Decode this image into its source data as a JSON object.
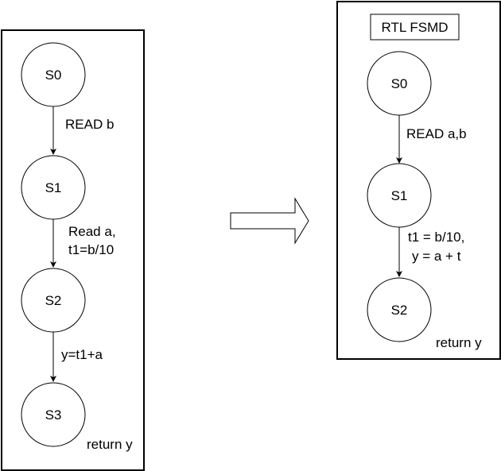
{
  "left_diagram": {
    "states": {
      "s0": "S0",
      "s1": "S1",
      "s2": "S2",
      "s3": "S3"
    },
    "transitions": {
      "t01": "READ b",
      "t12_line1": "Read a,",
      "t12_line2": "t1=b/10",
      "t23": "y=t1+a"
    },
    "final_note": "return y"
  },
  "right_diagram": {
    "title": "RTL FSMD",
    "states": {
      "s0": "S0",
      "s1": "S1",
      "s2": "S2"
    },
    "transitions": {
      "t01": "READ a,b",
      "t12_line1": "t1 = b/10,",
      "t12_line2": "y = a + t"
    },
    "final_note": "return y"
  },
  "colors": {
    "stroke": "#000000",
    "fill": "#ffffff"
  }
}
